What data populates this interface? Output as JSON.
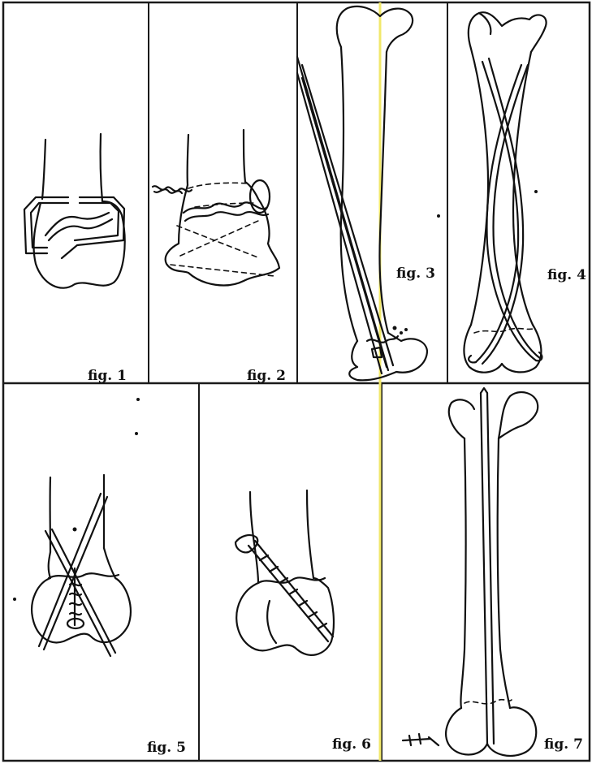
{
  "figures": [
    {
      "id": "fig1",
      "caption": "fig. 1"
    },
    {
      "id": "fig2",
      "caption": "fig. 2"
    },
    {
      "id": "fig3",
      "caption": "fig. 3"
    },
    {
      "id": "fig4",
      "caption": "fig. 4"
    },
    {
      "id": "fig5",
      "caption": "fig. 5"
    },
    {
      "id": "fig6",
      "caption": "fig. 6"
    },
    {
      "id": "fig7",
      "caption": "fig. 7"
    }
  ],
  "colors": {
    "ink": "#111111",
    "paper": "#ffffff",
    "scan_line": "#f1e86b"
  }
}
